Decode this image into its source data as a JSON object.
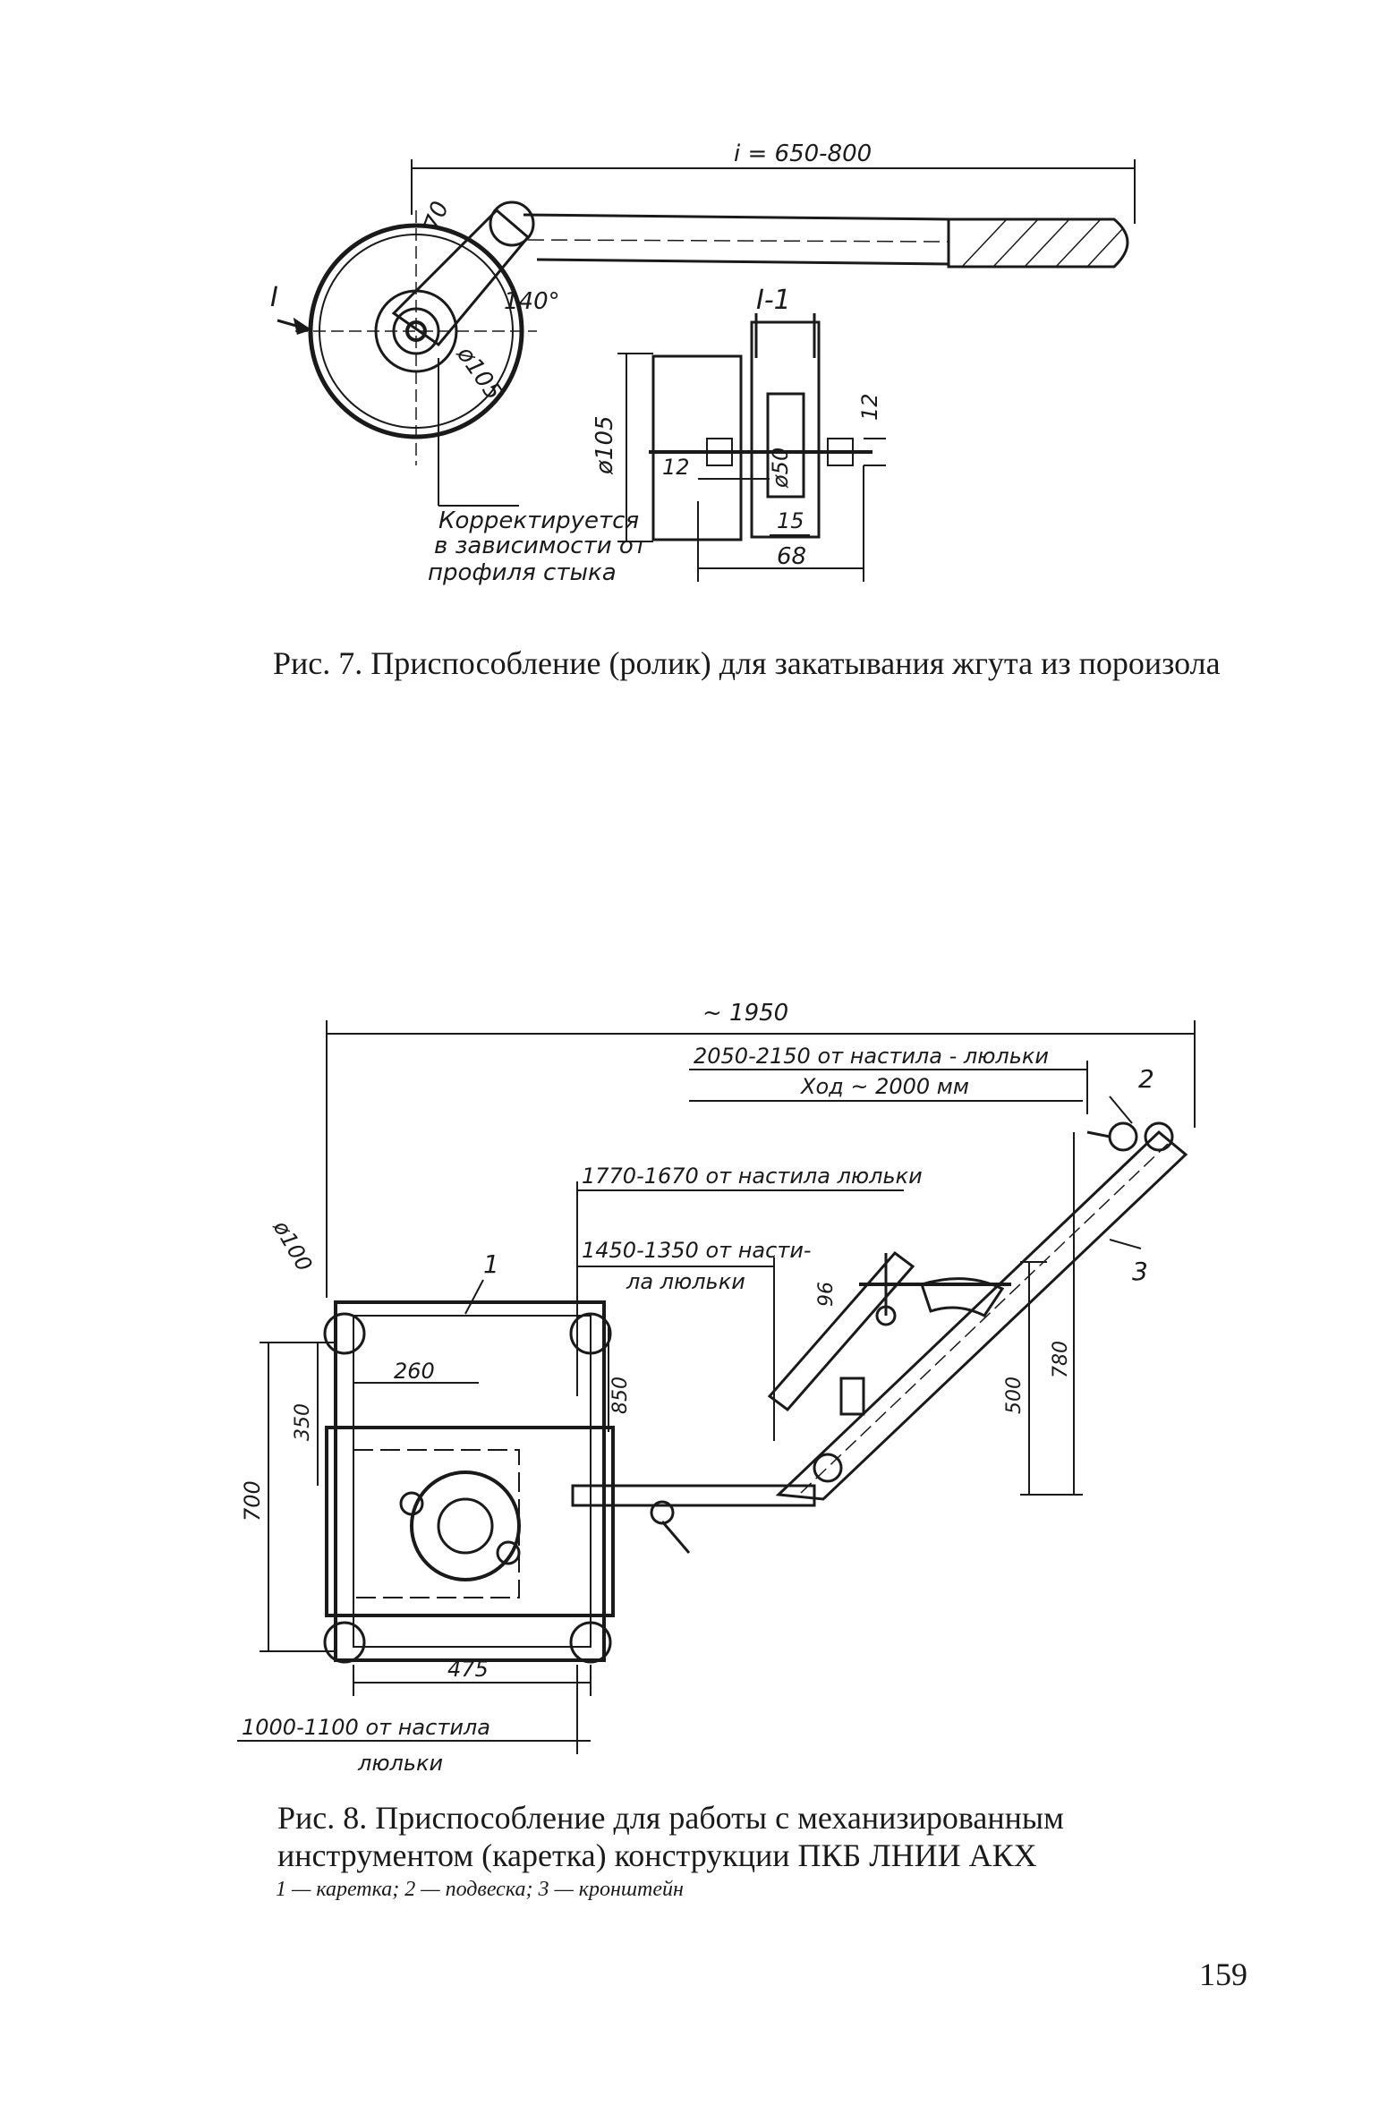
{
  "fig7": {
    "dims": {
      "length": "i = 650-800",
      "d70": "70",
      "angle": "140°",
      "d105": "ø105",
      "section": "I-1",
      "arrow_mark": "I",
      "sec_d105": "ø105",
      "sec_d50": "ø50",
      "sec_12a": "12",
      "sec_12b": "12",
      "sec_15": "15",
      "sec_68": "68"
    },
    "note": [
      "Корректируется",
      "в зависимости от",
      "профиля стыка"
    ],
    "caption": "Рис. 7. Приспособление (ролик) для закатывания жгута из пороизола"
  },
  "fig8": {
    "dims": {
      "total": "~ 1950",
      "h1": "2050-2150 от настила - люльки",
      "stroke": "Ход ~ 2000 мм",
      "h2": "1770-1670 от настила люльки",
      "h3a": "1450-1350 от насти-",
      "h3b": "ла люльки",
      "d96": "96",
      "d500": "500",
      "d780": "780",
      "d100": "ø100",
      "d260": "260",
      "d350": "350",
      "d850": "850",
      "d700": "700",
      "d475": "475",
      "h4a": "1000-1100 от настила",
      "h4b": "люльки",
      "p1": "1",
      "p2": "2",
      "p3": "3"
    },
    "caption": "Рис. 8. Приспособление для работы с механизированным инструментом (каретка) конструкции ПКБ ЛНИИ АКХ",
    "legend": "1 — каретка; 2 — подвеска; 3 — кронштейн"
  },
  "page_number": "159"
}
